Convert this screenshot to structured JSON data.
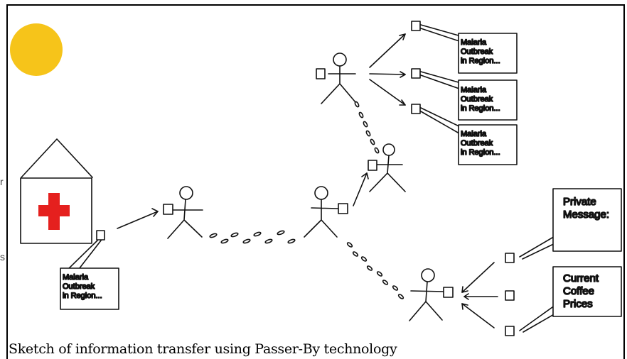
{
  "caption": "Sketch of information transfer using Passer-By technology",
  "notes": {
    "malaria_line1": "Malaria",
    "malaria_line2": "Outbreak",
    "malaria_line3": "in Region...",
    "private_line1": "Private",
    "private_line2": "Message:",
    "coffee_line1": "Current",
    "coffee_line2": "Coffee",
    "coffee_line3": "Prices"
  },
  "edge_glyphs": {
    "left_s": "s",
    "left_r": "r"
  },
  "colors": {
    "sun": "#F6C41A",
    "cross": "#E5201E",
    "ink": "#111111"
  }
}
